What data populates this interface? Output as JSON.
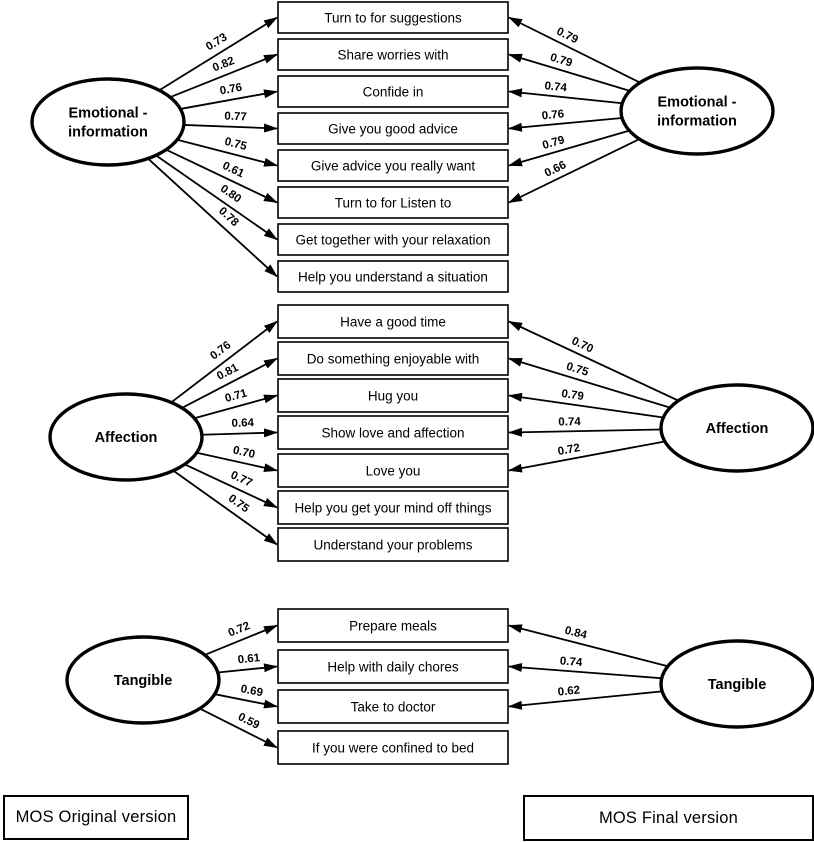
{
  "legend": {
    "original": "MOS Original version",
    "final": "MOS Final version"
  },
  "colors": {
    "ink": "#000000",
    "paper": "#ffffff"
  },
  "factors": [
    {
      "id": "emotional-information",
      "name": "Emotional - information",
      "label_lines": [
        "Emotional -",
        "information"
      ],
      "items": [
        {
          "label": "Turn to for suggestions",
          "original_loading": "0.73",
          "final_loading": "0.79"
        },
        {
          "label": "Share worries with",
          "original_loading": "0.82",
          "final_loading": "0.79"
        },
        {
          "label": "Confide in",
          "original_loading": "0.76",
          "final_loading": "0.74"
        },
        {
          "label": "Give you good advice",
          "original_loading": "0.77",
          "final_loading": "0.76"
        },
        {
          "label": "Give advice you really want",
          "original_loading": "0.75",
          "final_loading": "0.79"
        },
        {
          "label": "Turn to for Listen to",
          "original_loading": "0.61",
          "final_loading": "0.66"
        },
        {
          "label": "Get together with your relaxation",
          "original_loading": "0.80",
          "final_loading": null
        },
        {
          "label": "Help you understand a situation",
          "original_loading": "0.78",
          "final_loading": null
        }
      ]
    },
    {
      "id": "affection",
      "name": "Affection",
      "label_lines": [
        "Affection"
      ],
      "items": [
        {
          "label": "Have a good time",
          "original_loading": "0.76",
          "final_loading": "0.70"
        },
        {
          "label": "Do something enjoyable with",
          "original_loading": "0.81",
          "final_loading": "0.75"
        },
        {
          "label": "Hug you",
          "original_loading": "0.71",
          "final_loading": "0.79"
        },
        {
          "label": "Show love and affection",
          "original_loading": "0.64",
          "final_loading": "0.74"
        },
        {
          "label": "Love you",
          "original_loading": "0.70",
          "final_loading": "0.72"
        },
        {
          "label": "Help you get your mind off things",
          "original_loading": "0.77",
          "final_loading": null
        },
        {
          "label": "Understand your problems",
          "original_loading": "0.75",
          "final_loading": null
        }
      ]
    },
    {
      "id": "tangible",
      "name": "Tangible",
      "label_lines": [
        "Tangible"
      ],
      "items": [
        {
          "label": "Prepare meals",
          "original_loading": "0.72",
          "final_loading": "0.84"
        },
        {
          "label": "Help with daily chores",
          "original_loading": "0.61",
          "final_loading": "0.74"
        },
        {
          "label": "Take to doctor",
          "original_loading": "0.69",
          "final_loading": "0.62"
        },
        {
          "label": "If you were confined to bed",
          "original_loading": "0.59",
          "final_loading": null
        }
      ]
    }
  ]
}
